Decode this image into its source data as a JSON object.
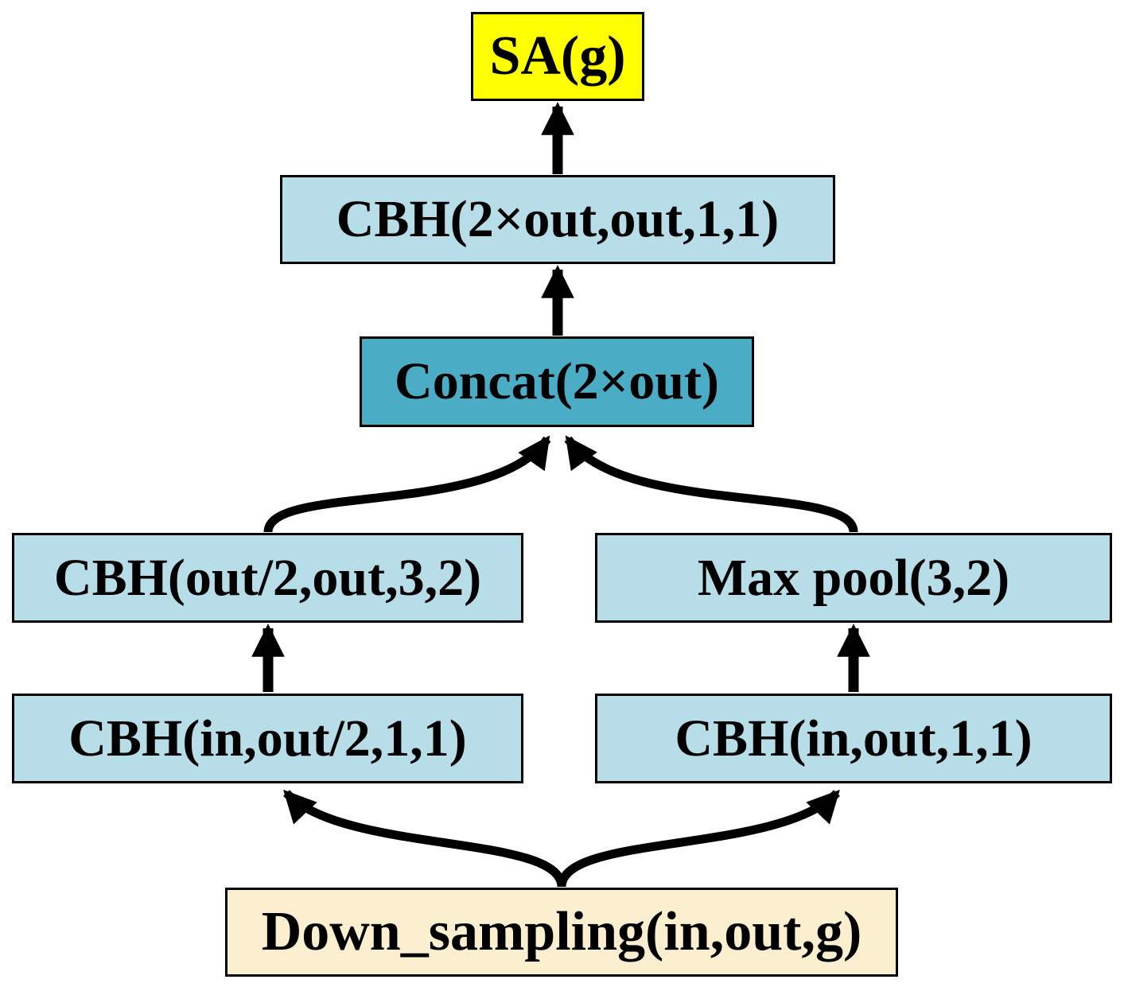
{
  "diagram": {
    "title": "Down_sampling block structure diagram",
    "colors": {
      "background": "#FFFFFF",
      "border": "#000000",
      "arrow": "#000000",
      "text": "#000000",
      "highlight_yellow": "#FFFF00",
      "node_light_blue": "#B7DDE8",
      "node_teal": "#4BACC6",
      "node_cream": "#FCEFD0"
    },
    "nodes": {
      "sa": {
        "label": "SA(g)"
      },
      "cbh_top": {
        "label": "CBH(2×out,out,1,1)"
      },
      "concat": {
        "label": "Concat(2×out)"
      },
      "cbh_mid_left": {
        "label": "CBH(out/2,out,3,2)"
      },
      "max_pool": {
        "label": "Max pool(3,2)"
      },
      "cbh_low_left": {
        "label": "CBH(in,out/2,1,1)"
      },
      "cbh_low_right": {
        "label": "CBH(in,out,1,1)"
      },
      "down_sampling": {
        "label": "Down_sampling(in,out,g)"
      }
    },
    "edges": [
      {
        "from": "cbh_top",
        "to": "sa",
        "style": "straight"
      },
      {
        "from": "concat",
        "to": "cbh_top",
        "style": "straight"
      },
      {
        "from": "cbh_mid_left",
        "to": "concat",
        "style": "curved"
      },
      {
        "from": "max_pool",
        "to": "concat",
        "style": "curved"
      },
      {
        "from": "cbh_low_left",
        "to": "cbh_mid_left",
        "style": "straight"
      },
      {
        "from": "cbh_low_right",
        "to": "max_pool",
        "style": "straight"
      },
      {
        "from": "down_sampling",
        "to": "cbh_low_left",
        "style": "curved"
      },
      {
        "from": "down_sampling",
        "to": "cbh_low_right",
        "style": "curved"
      }
    ]
  }
}
